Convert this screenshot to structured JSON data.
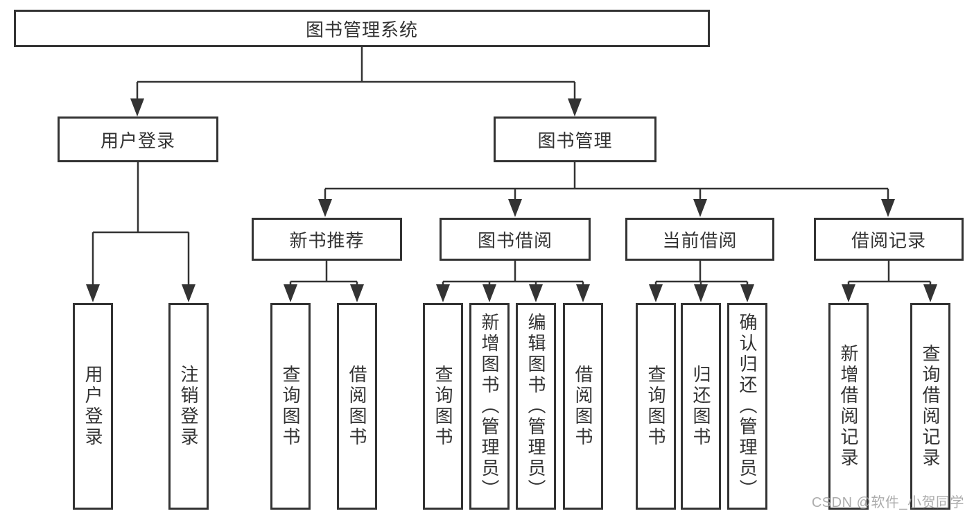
{
  "diagram": {
    "root": "图书管理系统",
    "branches": [
      {
        "label": "用户登录",
        "leaves": [
          "用户登录",
          "注销登录"
        ]
      },
      {
        "label": "图书管理",
        "sections": [
          {
            "label": "新书推荐",
            "leaves": [
              "查询图书",
              "借阅图书"
            ]
          },
          {
            "label": "图书借阅",
            "leaves": [
              "查询图书",
              "新增图书（管理员）",
              "编辑图书（管理员）",
              "借阅图书"
            ]
          },
          {
            "label": "当前借阅",
            "leaves": [
              "查询图书",
              "归还图书",
              "确认归还（管理员）"
            ]
          },
          {
            "label": "借阅记录",
            "leaves": [
              "新增借阅记录",
              "查询借阅记录"
            ]
          }
        ]
      }
    ]
  },
  "watermark": "CSDN @软件_小贺同学",
  "colors": {
    "line": "#333333",
    "box_border": "#333333",
    "text": "#333333",
    "watermark": "#9e9e9e",
    "background": "#ffffff"
  }
}
